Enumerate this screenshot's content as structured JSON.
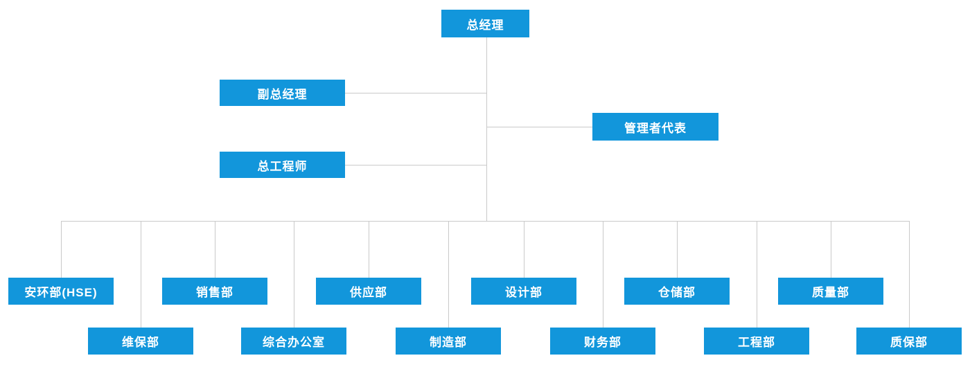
{
  "colors": {
    "node_fill": "#1296db",
    "node_text": "#ffffff",
    "connector": "#c9c9c9",
    "background": "#ffffff"
  },
  "org_chart": {
    "type": "organization-chart",
    "root": {
      "label": "总经理"
    },
    "staff": [
      {
        "label": "副总经理"
      },
      {
        "label": "管理者代表"
      },
      {
        "label": "总工程师"
      }
    ],
    "departments": [
      {
        "label": "安环部(HSE)",
        "row": "upper"
      },
      {
        "label": "维保部",
        "row": "lower"
      },
      {
        "label": "销售部",
        "row": "upper"
      },
      {
        "label": "综合办公室",
        "row": "lower"
      },
      {
        "label": "供应部",
        "row": "upper"
      },
      {
        "label": "制造部",
        "row": "lower"
      },
      {
        "label": "设计部",
        "row": "upper"
      },
      {
        "label": "财务部",
        "row": "lower"
      },
      {
        "label": "仓储部",
        "row": "upper"
      },
      {
        "label": "工程部",
        "row": "lower"
      },
      {
        "label": "质量部",
        "row": "upper"
      },
      {
        "label": "质保部",
        "row": "lower"
      }
    ]
  }
}
